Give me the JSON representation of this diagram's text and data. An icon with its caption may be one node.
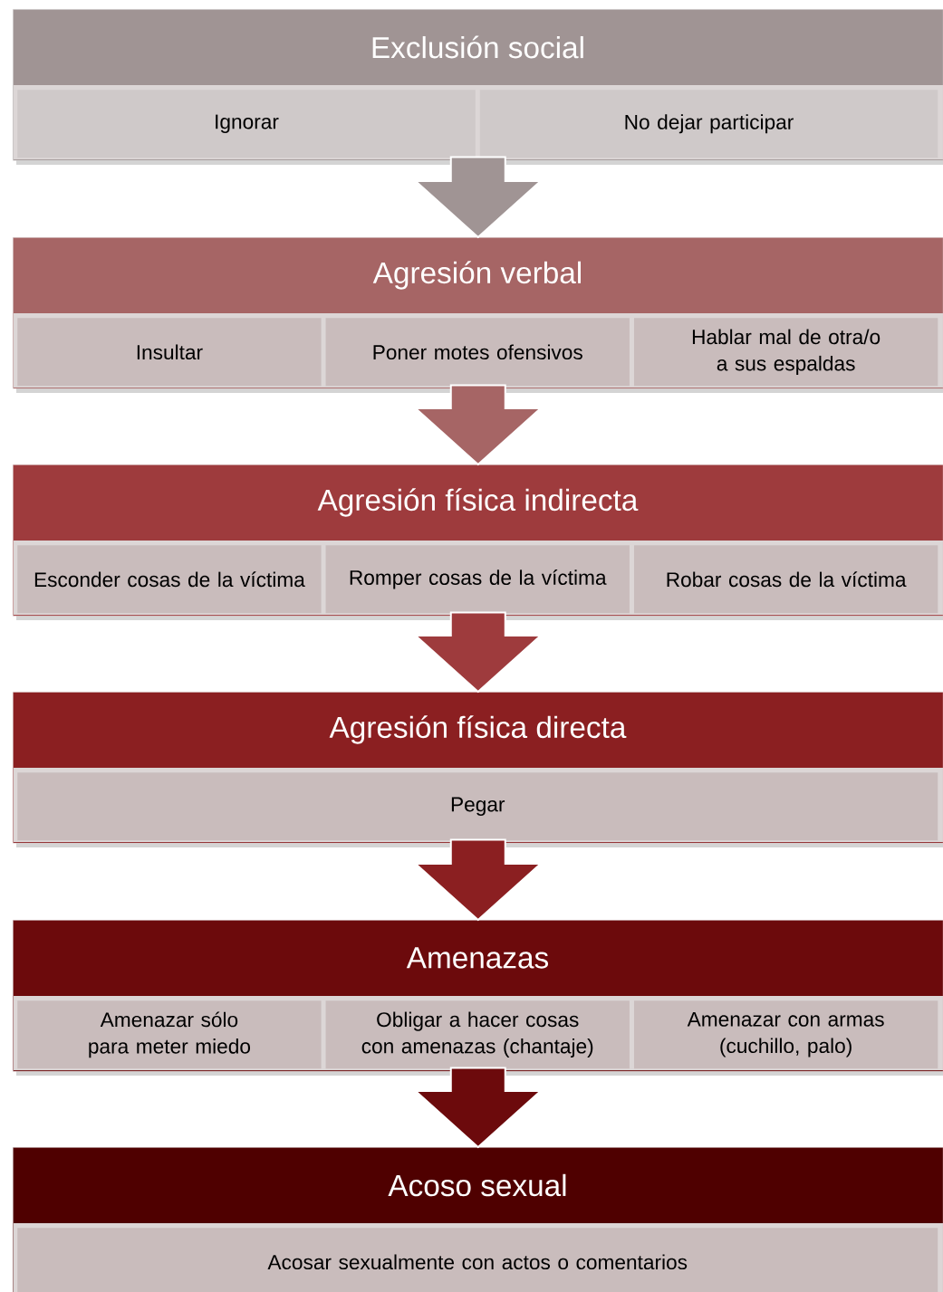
{
  "diagram": {
    "nodes": [
      {
        "text": [
          "Exclusión social"
        ]
      },
      {
        "text": [
          "Ignorar"
        ],
        "in": 0
      },
      {
        "text": [
          "No dejar participar"
        ],
        "in": 0
      },
      {
        "text": [
          "Agresión verbal"
        ]
      },
      {
        "text": [
          "Insultar"
        ],
        "in": 3
      },
      {
        "text": [
          "Poner motes ofensivos"
        ],
        "in": 3
      },
      {
        "text": [
          "Hablar mal de otra/o a sus espaldas"
        ],
        "in": 3
      },
      {
        "text": [
          "Agresión física indirecta"
        ]
      },
      {
        "text": [
          "Esconder cosas de la víctima"
        ],
        "in": 7
      },
      {
        "text": [
          "Romper cosas de la víctima"
        ],
        "in": 7
      },
      {
        "text": [
          "Robar cosas de la víctima"
        ],
        "in": 7
      },
      {
        "text": [
          "Agresión física directa"
        ]
      },
      {
        "text": [
          "Pegar"
        ],
        "in": 11
      },
      {
        "text": [
          "Amenazas"
        ]
      },
      {
        "text": [
          "Amenazar sólo para meter miedo"
        ],
        "in": 13
      },
      {
        "text": [
          "Obligar a hacer cosas con amenazas (chantaje)"
        ],
        "in": 13
      },
      {
        "text": [
          "Amenazar con armas (cuchillo, palo)"
        ],
        "in": 13
      },
      {
        "text": [
          "Acoso sexual"
        ]
      },
      {
        "text": [
          "Acosar sexualmente con actos o comentarios"
        ],
        "in": 17
      }
    ],
    "edges": [
      {
        "from": 0,
        "to": 3,
        "arrow": "to",
        "color": "#a09494"
      },
      {
        "from": 3,
        "to": 7,
        "arrow": "to",
        "color": "#a66565"
      },
      {
        "from": 7,
        "to": 11,
        "arrow": "to",
        "color": "#9e3b3d"
      },
      {
        "from": 11,
        "to": 13,
        "arrow": "to",
        "color": "#8b1f21"
      },
      {
        "from": 13,
        "to": 17,
        "arrow": "to",
        "color": "#6c0a0c"
      }
    ]
  }
}
